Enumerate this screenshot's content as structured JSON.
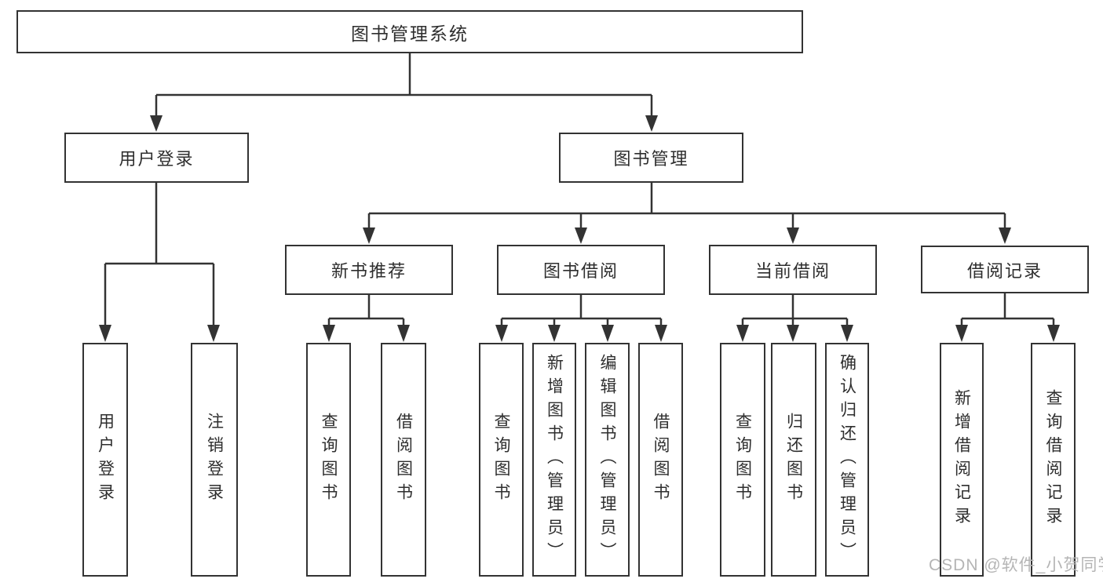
{
  "tree": {
    "label": "图书管理系统",
    "children": [
      {
        "label": "用户登录",
        "children": [
          {
            "label": "用户登录"
          },
          {
            "label": "注销登录"
          }
        ]
      },
      {
        "label": "图书管理",
        "children": [
          {
            "label": "新书推荐",
            "children": [
              {
                "label": "查询图书"
              },
              {
                "label": "借阅图书"
              }
            ]
          },
          {
            "label": "图书借阅",
            "children": [
              {
                "label": "查询图书"
              },
              {
                "label": "新增图书（管理员）"
              },
              {
                "label": "编辑图书（管理员）"
              },
              {
                "label": "借阅图书"
              }
            ]
          },
          {
            "label": "当前借阅",
            "children": [
              {
                "label": "查询图书"
              },
              {
                "label": "归还图书"
              },
              {
                "label": "确认归还（管理员）"
              }
            ]
          },
          {
            "label": "借阅记录",
            "children": [
              {
                "label": "新增借阅记录"
              },
              {
                "label": "查询借阅记录"
              }
            ]
          }
        ]
      }
    ]
  },
  "watermark": {
    "text": "CSDN @软件_小贺同学"
  },
  "colors": {
    "border": "#333333",
    "line": "#333333",
    "text": "#2e2e2e",
    "watermark": "#b5b5b5",
    "background": "#ffffff"
  }
}
